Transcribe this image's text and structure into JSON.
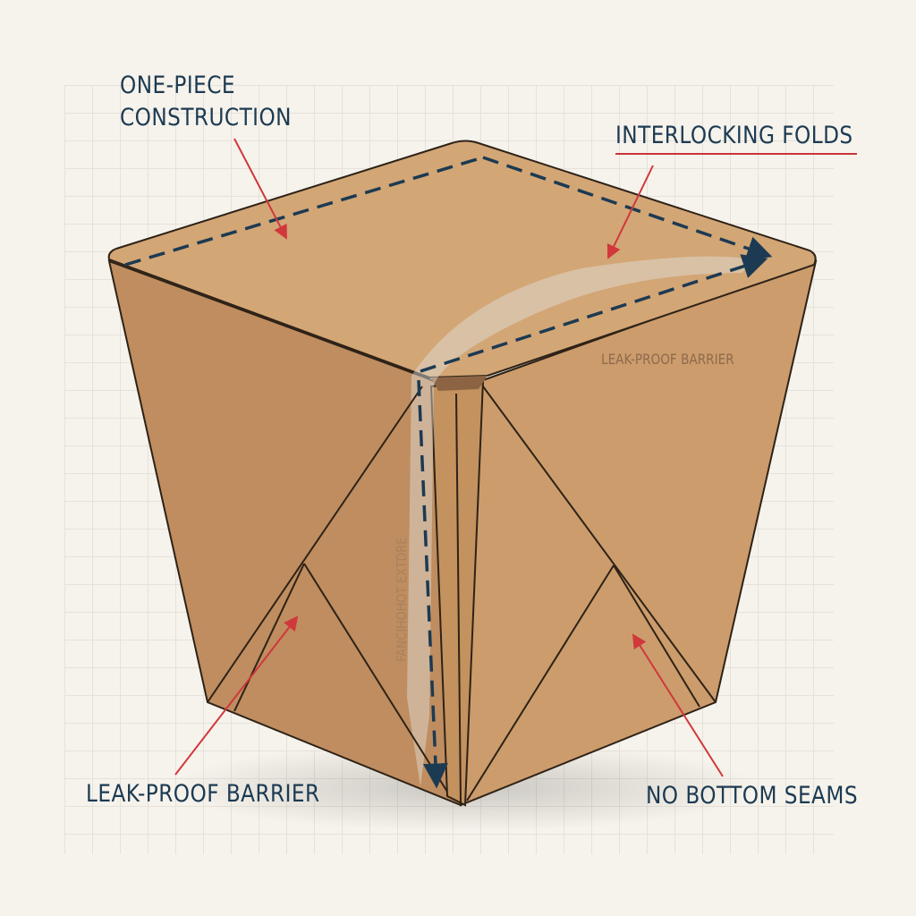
{
  "labels": {
    "one_piece_line1": "ONE-PIECE",
    "one_piece_line2": "CONSTRUCTION",
    "interlocking": "INTERLOCKING FOLDS",
    "leak_proof": "LEAK-PROOF BARRIER",
    "no_bottom_seams": "NO BOTTOM SEAMS",
    "inner_leak_proof": "LEAK-PROOF BARRIER",
    "vertical_faint": "FANCIHOHOT EXTDRE"
  },
  "colors": {
    "kraft": "#c99a6a",
    "kraft_dark": "#b9875a",
    "navy": "#1c3a52",
    "red": "#d0383c",
    "background": "#f6f3ec"
  }
}
